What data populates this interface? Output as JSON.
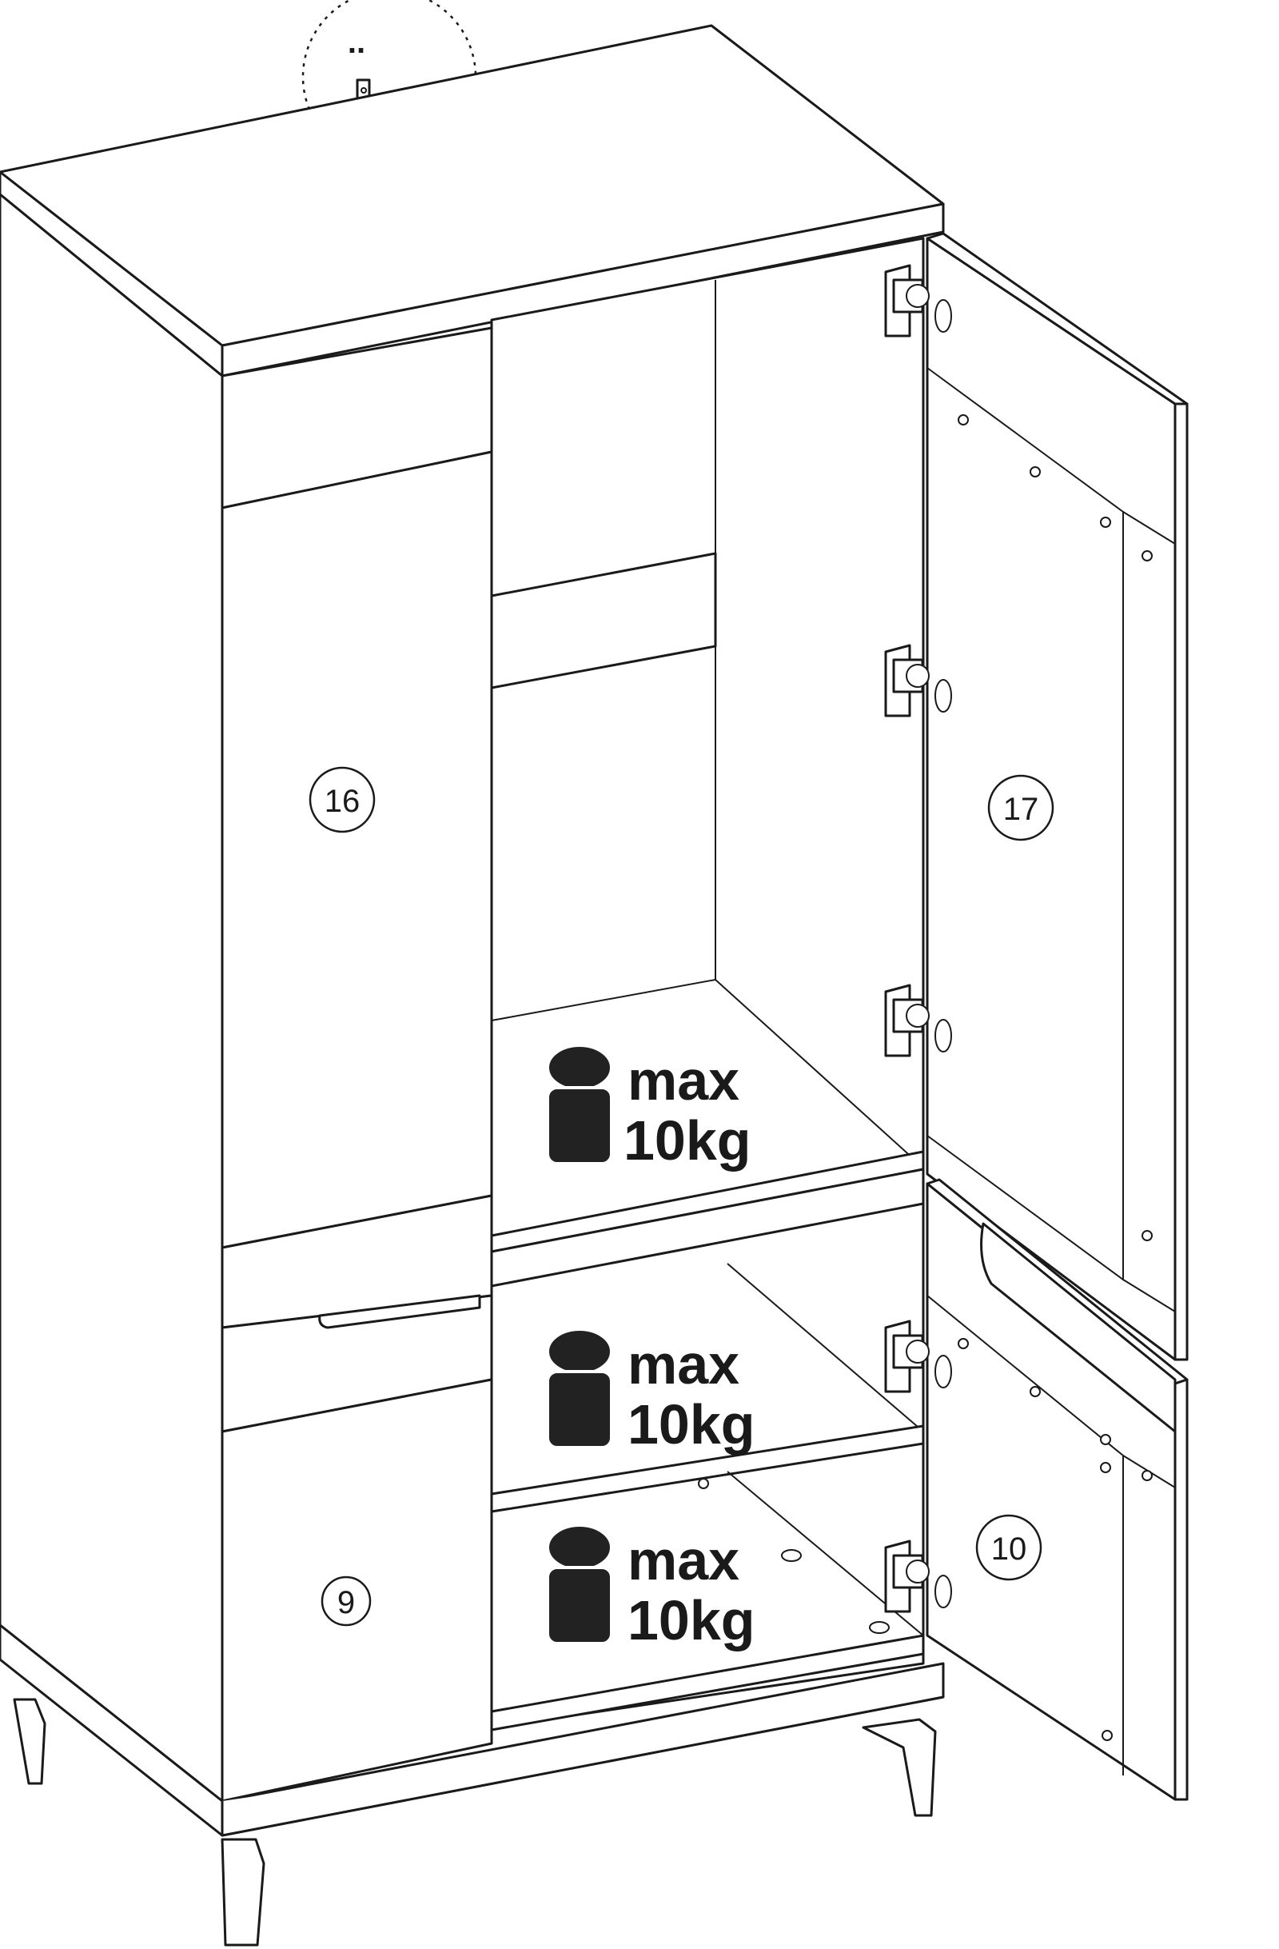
{
  "callouts": {
    "left_upper_door": "16",
    "right_upper_door": "17",
    "left_lower_door": "9",
    "right_lower_door": "10"
  },
  "shelf_loads": [
    {
      "line1": "max",
      "line2": "10kg"
    },
    {
      "line1": "max",
      "line2": "10kg"
    },
    {
      "line1": "max",
      "line2": "10kg"
    }
  ],
  "detail": {
    "bracket_marks": ".."
  },
  "colors": {
    "line": "#1a1a1a",
    "weight_fill": "#222222",
    "background": "#ffffff"
  }
}
